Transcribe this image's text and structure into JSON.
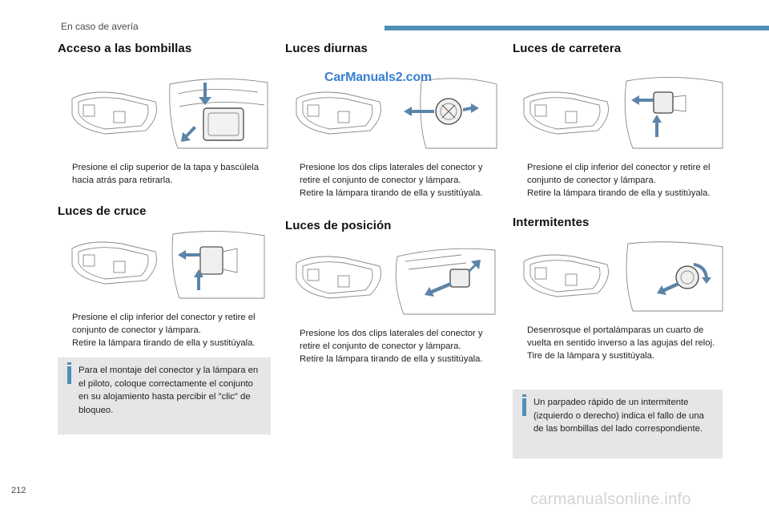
{
  "header": {
    "section_title": "En caso de avería"
  },
  "page_number": "212",
  "watermark": "CarManuals2.com",
  "footer_site": "carmanualsonline.info",
  "colors": {
    "accent": "#4e8fb5",
    "note_bg": "#e6e6e6",
    "arrow": "#5b84a8"
  },
  "bullet_glyph": "",
  "sections": {
    "acceso": {
      "title": "Acceso a las bombillas",
      "steps": [
        "Presione el clip superior de la tapa y bascúlela hacia atrás para retirarla."
      ]
    },
    "cruce": {
      "title": "Luces de cruce",
      "steps": [
        "Presione el clip inferior del conector y retire el conjunto de conector y lámpara.",
        "Retire la lámpara tirando de ella y sustitúyala."
      ],
      "note": "Para el montaje del conector y la lámpara en el piloto, coloque correctamente el conjunto en su alojamiento hasta percibir el \"clic\" de bloqueo."
    },
    "diurnas": {
      "title": "Luces diurnas",
      "steps": [
        "Presione los dos clips laterales del conector y retire el conjunto de conector y lámpara.",
        "Retire la lámpara tirando de ella y sustitúyala."
      ]
    },
    "posicion": {
      "title": "Luces de posición",
      "steps": [
        "Presione los dos clips laterales del conector y retire el conjunto de conector y lámpara.",
        "Retire la lámpara tirando de ella y sustitúyala."
      ]
    },
    "carretera": {
      "title": "Luces de carretera",
      "steps": [
        "Presione el clip inferior del conector y retire el conjunto de conector y lámpara.",
        "Retire la lámpara tirando de ella y sustitúyala."
      ]
    },
    "intermitentes": {
      "title": "Intermitentes",
      "steps": [
        "Desenrosque el portalámparas un cuarto de vuelta en sentido inverso a las agujas del reloj.",
        "Tire de la lámpara y sustitúyala."
      ],
      "note": "Un parpadeo rápido de un intermitente (izquierdo o derecho) indica el fallo de una de las bombillas del lado correspondiente."
    }
  }
}
